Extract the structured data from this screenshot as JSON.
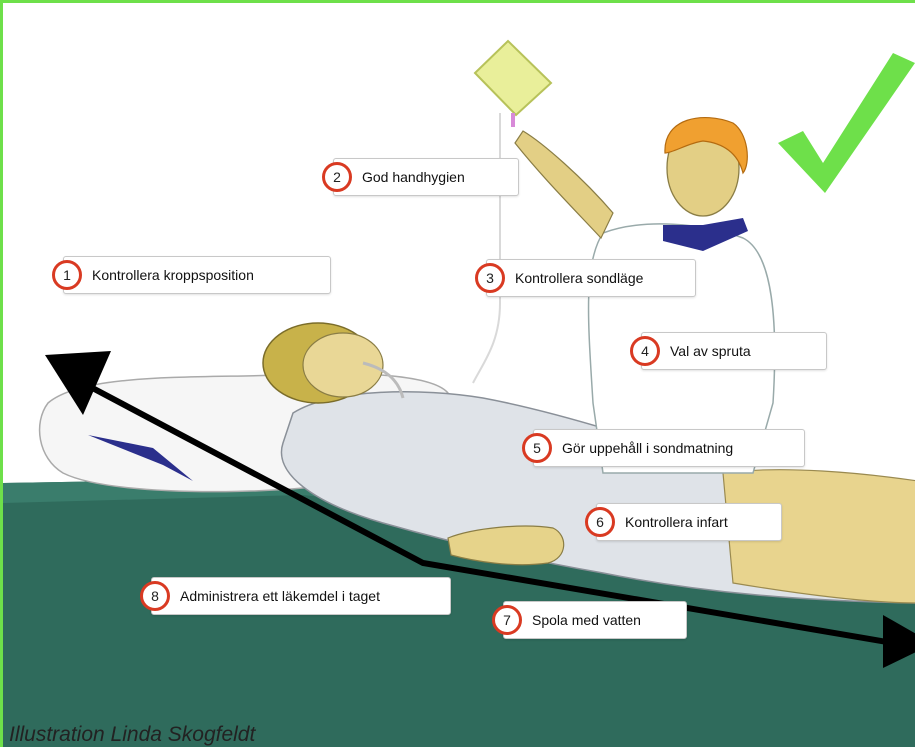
{
  "steps": [
    {
      "num": "1",
      "label": "Kontrollera kroppsposition"
    },
    {
      "num": "2",
      "label": "God handhygien"
    },
    {
      "num": "3",
      "label": "Kontrollera sondläge"
    },
    {
      "num": "4",
      "label": "Val av spruta"
    },
    {
      "num": "5",
      "label": "Gör uppehåll i sondmatning"
    },
    {
      "num": "6",
      "label": "Kontrollera infart"
    },
    {
      "num": "7",
      "label": "Spola med vatten"
    },
    {
      "num": "8",
      "label": "Administrera ett läkemdel i taget"
    }
  ],
  "credit": "Illustration Linda Skogfeldt",
  "colors": {
    "frame": "#6ee04a",
    "checkmark": "#6ee04a",
    "number_ring": "#d93a22",
    "bed": "#2f6b5c",
    "arrow": "#000000"
  },
  "icons": [
    "checkmark-icon",
    "arrow-icon"
  ]
}
